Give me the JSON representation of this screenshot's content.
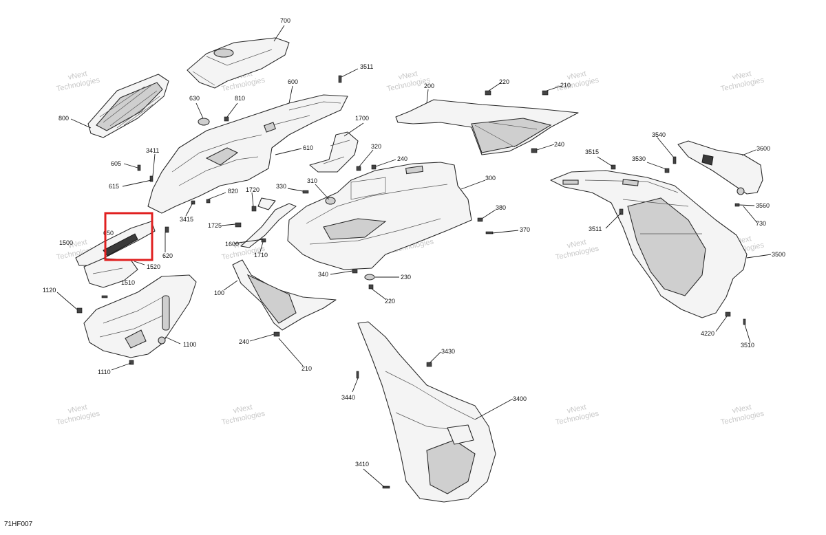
{
  "diagram": {
    "reference_code": "71HF007",
    "watermark_text": [
      "vNext",
      "Technologies"
    ],
    "callouts": [
      {
        "id": "c700",
        "label": "700"
      },
      {
        "id": "c3511a",
        "label": "3511"
      },
      {
        "id": "c600",
        "label": "600"
      },
      {
        "id": "c630",
        "label": "630"
      },
      {
        "id": "c810",
        "label": "810"
      },
      {
        "id": "c800",
        "label": "800"
      },
      {
        "id": "c200",
        "label": "200"
      },
      {
        "id": "c220a",
        "label": "220"
      },
      {
        "id": "c210a",
        "label": "210"
      },
      {
        "id": "c1700",
        "label": "1700"
      },
      {
        "id": "c610",
        "label": "610"
      },
      {
        "id": "c3411",
        "label": "3411"
      },
      {
        "id": "c605",
        "label": "605"
      },
      {
        "id": "c615",
        "label": "615"
      },
      {
        "id": "c320",
        "label": "320"
      },
      {
        "id": "c240a",
        "label": "240"
      },
      {
        "id": "c240b",
        "label": "240"
      },
      {
        "id": "c300",
        "label": "300"
      },
      {
        "id": "c310",
        "label": "310"
      },
      {
        "id": "c330",
        "label": "330"
      },
      {
        "id": "c1720",
        "label": "1720"
      },
      {
        "id": "c820",
        "label": "820"
      },
      {
        "id": "c3415",
        "label": "3415"
      },
      {
        "id": "c650",
        "label": "650"
      },
      {
        "id": "c620",
        "label": "620"
      },
      {
        "id": "c1725",
        "label": "1725"
      },
      {
        "id": "c1600",
        "label": "1600"
      },
      {
        "id": "c1710",
        "label": "1710"
      },
      {
        "id": "c1500",
        "label": "1500"
      },
      {
        "id": "c1520",
        "label": "1520"
      },
      {
        "id": "c1510",
        "label": "1510"
      },
      {
        "id": "c380",
        "label": "380"
      },
      {
        "id": "c370",
        "label": "370"
      },
      {
        "id": "c340",
        "label": "340"
      },
      {
        "id": "c230",
        "label": "230"
      },
      {
        "id": "c220b",
        "label": "220"
      },
      {
        "id": "c100",
        "label": "100"
      },
      {
        "id": "c1120",
        "label": "1120"
      },
      {
        "id": "c1100",
        "label": "1100"
      },
      {
        "id": "c1110",
        "label": "1110"
      },
      {
        "id": "c240c",
        "label": "240"
      },
      {
        "id": "c210b",
        "label": "210"
      },
      {
        "id": "c3540",
        "label": "3540"
      },
      {
        "id": "c3515",
        "label": "3515"
      },
      {
        "id": "c3530",
        "label": "3530"
      },
      {
        "id": "c3600",
        "label": "3600"
      },
      {
        "id": "c3560",
        "label": "3560"
      },
      {
        "id": "c730",
        "label": "730"
      },
      {
        "id": "c3511b",
        "label": "3511"
      },
      {
        "id": "c3500",
        "label": "3500"
      },
      {
        "id": "c4220",
        "label": "4220"
      },
      {
        "id": "c3510",
        "label": "3510"
      },
      {
        "id": "c3430",
        "label": "3430"
      },
      {
        "id": "c3440",
        "label": "3440"
      },
      {
        "id": "c3400",
        "label": "3400"
      },
      {
        "id": "c3410",
        "label": "3410"
      }
    ],
    "highlight_color": "#e02020"
  }
}
